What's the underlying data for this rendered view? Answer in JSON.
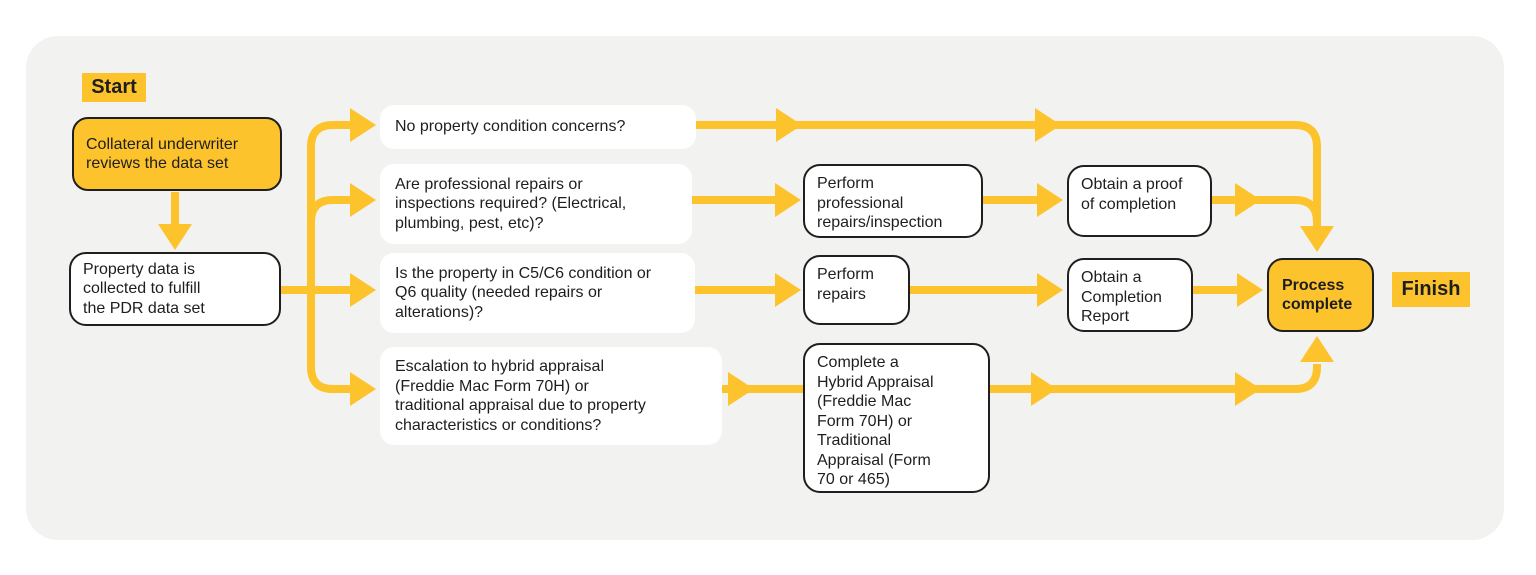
{
  "colors": {
    "accent_yellow": "#FDC32D",
    "panel_bg": "#F2F2F0",
    "node_border": "#1F1F1F",
    "node_white": "#FFFFFF",
    "text": "#1E1E1E"
  },
  "flowchart": {
    "start_label": "Start",
    "finish_label": "Finish",
    "nodes": {
      "collateral": "Collateral underwriter\nreviews  the data set",
      "property_data": "Property data is\ncollected to fulfill\nthe PDR data set",
      "q_no_concerns": "No property condition concerns?",
      "q_professional": "Are professional repairs or\ninspections required? (Electrical,\nplumbing, pest, etc)?",
      "q_c5c6": "Is the property in C5/C6 condition or\nQ6 quality (needed repairs or\nalterations)?",
      "q_escalation": "Escalation to hybrid appraisal\n(Freddie Mac Form 70H) or\ntraditional appraisal due to property\ncharacteristics or conditions?",
      "perform_professional": "Perform\nprofessional\nrepairs/inspection",
      "obtain_proof": "Obtain a proof\nof completion",
      "perform_repairs": "Perform\nrepairs",
      "obtain_completion_report": "Obtain a\nCompletion\nReport",
      "complete_appraisal": "Complete  a\nHybrid Appraisal\n(Freddie Mac\nForm 70H) or\nTraditional\nAppraisal (Form\n70 or 465)",
      "process_complete": "Process\ncomplete"
    },
    "edges": [
      {
        "from": "start",
        "to": "collateral"
      },
      {
        "from": "collateral",
        "to": "property_data"
      },
      {
        "from": "property_data",
        "to": "q_no_concerns"
      },
      {
        "from": "property_data",
        "to": "q_professional"
      },
      {
        "from": "property_data",
        "to": "q_c5c6"
      },
      {
        "from": "property_data",
        "to": "q_escalation"
      },
      {
        "from": "q_no_concerns",
        "to": "process_complete"
      },
      {
        "from": "q_professional",
        "to": "perform_professional"
      },
      {
        "from": "perform_professional",
        "to": "obtain_proof"
      },
      {
        "from": "obtain_proof",
        "to": "process_complete"
      },
      {
        "from": "q_c5c6",
        "to": "perform_repairs"
      },
      {
        "from": "perform_repairs",
        "to": "obtain_completion_report"
      },
      {
        "from": "obtain_completion_report",
        "to": "process_complete"
      },
      {
        "from": "q_escalation",
        "to": "complete_appraisal"
      },
      {
        "from": "complete_appraisal",
        "to": "process_complete"
      },
      {
        "from": "process_complete",
        "to": "finish"
      }
    ]
  }
}
